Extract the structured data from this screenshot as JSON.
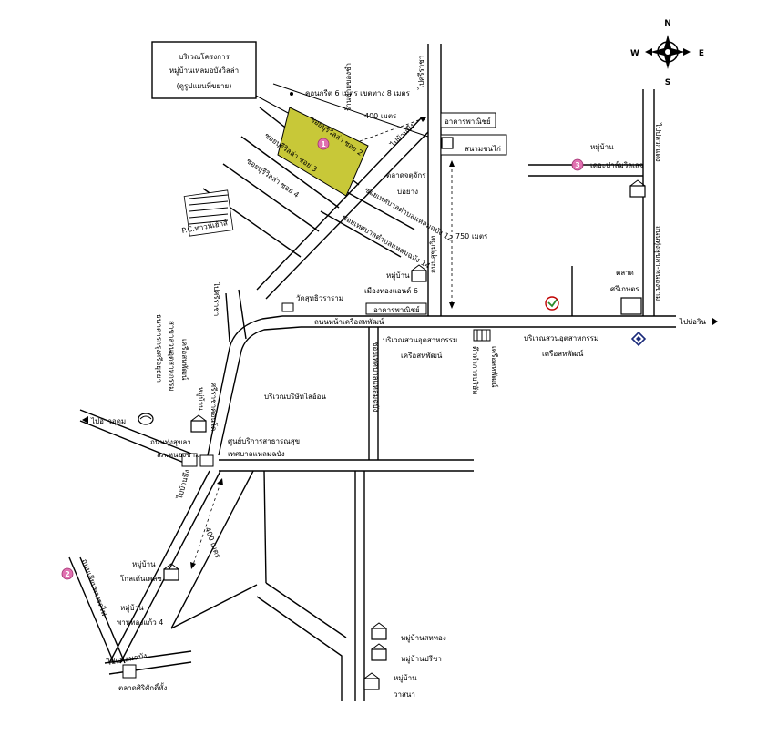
{
  "compass": {
    "n": "N",
    "s": "S",
    "e": "E",
    "w": "W"
  },
  "colors": {
    "project": "#c8c838",
    "marker": "#e070b0",
    "ink": "#000000"
  },
  "callout": {
    "line1": "บริเวณโครงการ",
    "line2": "หมู่บ้านเหลมอบังวิลล่า",
    "line3": "(ดูรูปแผนที่ขยาย)"
  },
  "markers": {
    "m1": "1",
    "m2": "2",
    "m3": "3"
  },
  "labels": {
    "concrete": "คอนกรีต 6 เมตร เขตทาง 8 เมตร",
    "to_sriracha": "ไปศรีราชา",
    "to_banbueng": "ไปบ้านบึง",
    "to_pluak": "ไปปลวกแดง",
    "to_bowin": "ไปบ่อวิน",
    "to_ao_udom": "ไปอ่าวอุดม",
    "shop_building_1": "อาคารพาณิชย์",
    "shop_building_2": "อาคารพาณิชย์",
    "dist_400_top": "400 เมตร",
    "shop_name": "ร้านขายของชำ",
    "soi_1": "ซอยบุรีวิลล่า ซอย 2",
    "soi_2": "ซอยบุรีวิลล่า ซอย 3",
    "soi_3": "ซอยบุรีวิลล่า ซอย 4",
    "soi_4": "ซอยเทศบาลตำบลแหลมฉบัง 12",
    "soi_5": "ซอยเทศบาลตำบลแหลมฉบัง 14",
    "soi_6": "ซอยเทศบาลแหลมฉบัง",
    "pc_village": "P.C.ทาวน์เฮ้าส์",
    "market_1_l1": "ตลาดจตุจักร",
    "market_1_l2": "บ่อยาง",
    "stadium": "สนามชนไก่",
    "dist_750": "750 เมตร",
    "village_3_l1": "หมู่บ้าน",
    "village_3_l2": "เดอะปาล์มวิลเลจ",
    "village_6_l1": "หมู่บ้าน",
    "village_6_l2": "เมืองทองแอนด์ 6",
    "temple": "วัดสุทธิวราราม",
    "market_2_l1": "ตลาด",
    "market_2_l2": "ศรีเกษตร",
    "road_vertical_right": "ถนนทุ่งสุขลา-หนองขาม",
    "road_vertical_mid": "ถนนสุขุมวิท",
    "main_road": "ถนนหน้าเครือสหพัฒน์",
    "ind_1_l1": "บริเวณสวนอุตสาหกรรม",
    "ind_1_l2": "เครือสหพัฒน์",
    "ind_2_l1": "บริเวณสวนอุตสาหกรรม",
    "ind_2_l2": "เครือสหพัฒน์",
    "factory_l1": "ตึกทำการบริษัท",
    "factory_l2": "เครือสหพัฒน์",
    "company_area": "บริเวณบริษัทไลอ้อน",
    "bank_l1": "ธนาคารกรุงศรีอยุธยา",
    "bank_l2": "สาขาสวนอุตสาหกรรม",
    "bank_l3": "เครือสหพัฒน์",
    "village_sriracha_l1": "หมู่บ้าน",
    "village_sriracha_l2": "ศรีราชาคอนโด",
    "road_thungsukla": "ถนนทุ่งสุขลา",
    "police": "สภ.หนองขาม",
    "health_center": "ศูนย์บริการสาธารณสุข",
    "municipal": "เทศบาลแหลมฉบัง",
    "dist_400_left": "400 เมตร",
    "village_golden_l1": "หมู่บ้าน",
    "village_golden_l2": "โกลเด้นเพลซ",
    "village_phan_l1": "หมู่บ้าน",
    "village_phan_l2": "พานทองแก้ว 4",
    "road_leftdiag": "ถนนเลียบทางรถไฟ",
    "road_bottom_left": "ไปแหลมฉบัง",
    "market_bottom": "ตลาดศิริศักดิ์ทั้ง",
    "village_sahathong": "หมู่บ้านสหทอง",
    "village_preecha": "หมู่บ้านปรีชา",
    "village_wasana_l1": "หมู่บ้าน",
    "village_wasana_l2": "วาสนา"
  }
}
